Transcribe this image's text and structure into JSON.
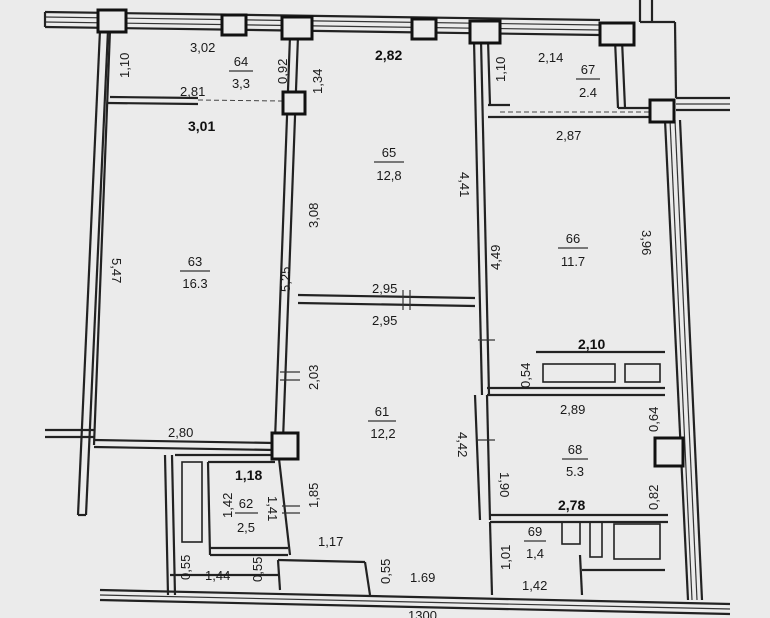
{
  "rooms": [
    {
      "number": "61",
      "area": "12,2"
    },
    {
      "number": "62",
      "area": "2,5"
    },
    {
      "number": "63",
      "area": "16.3"
    },
    {
      "number": "64",
      "area": "3,3"
    },
    {
      "number": "65",
      "area": "12,8"
    },
    {
      "number": "66",
      "area": "11.7"
    },
    {
      "number": "67",
      "area": "2.4"
    },
    {
      "number": "68",
      "area": "5.3"
    },
    {
      "number": "69",
      "area": "1,4"
    }
  ],
  "dims": {
    "d302": "3,02",
    "d282": "2,82",
    "d214": "2,14",
    "d110a": "1,10",
    "d092": "0,92",
    "d134": "1,34",
    "d110b": "1,10",
    "d281": "2,81",
    "d301": "3,01",
    "d287": "2,87",
    "d441": "4,41",
    "d308": "3,08",
    "d547": "5,47",
    "d525": "5,25",
    "d449": "4,49",
    "d396": "3,96",
    "d295a": "2,95",
    "d295b": "2,95",
    "d054": "0,54",
    "d210": "2,10",
    "d203": "2,03",
    "d289": "2,89",
    "d064": "0,64",
    "d280": "2,80",
    "d442": "4,42",
    "d190": "1,90",
    "d118": "1,18",
    "d185": "1,85",
    "d142": "1,42",
    "d141": "1,41",
    "d278": "2,78",
    "d082": "0,82",
    "d117": "1,17",
    "d101": "1,01",
    "d055a": "0,55",
    "d144": "1,44",
    "d055b": "0,55",
    "d055c": "0,55",
    "d169": "1.69",
    "d142b": "1,42",
    "d1300": "1300"
  }
}
